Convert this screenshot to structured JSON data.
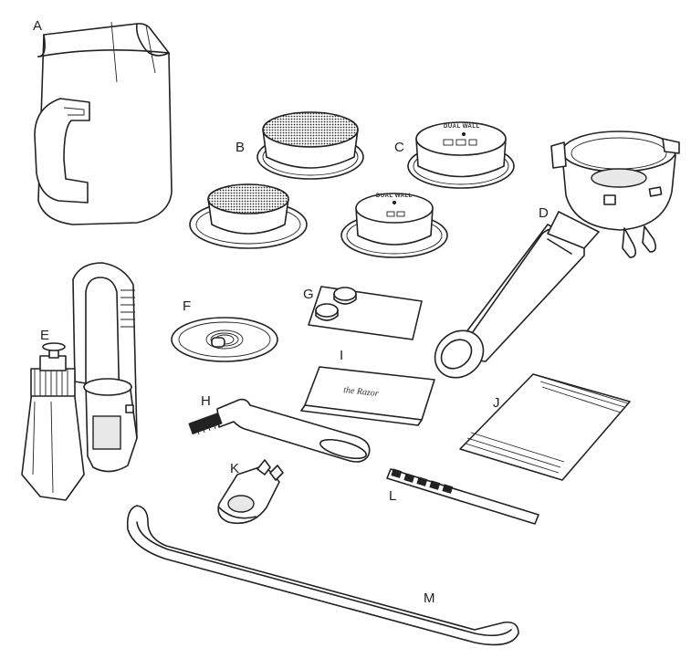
{
  "labels": {
    "A": "A",
    "B": "B",
    "C": "C",
    "D": "D",
    "E": "E",
    "F": "F",
    "G": "G",
    "H": "H",
    "I": "I",
    "J": "J",
    "K": "K",
    "L": "L",
    "M": "M"
  },
  "filter_text": {
    "dual_wall_large": "DUAL WALL",
    "dual_wall_small": "DUAL WALL"
  },
  "razor_text": "the Razor"
}
